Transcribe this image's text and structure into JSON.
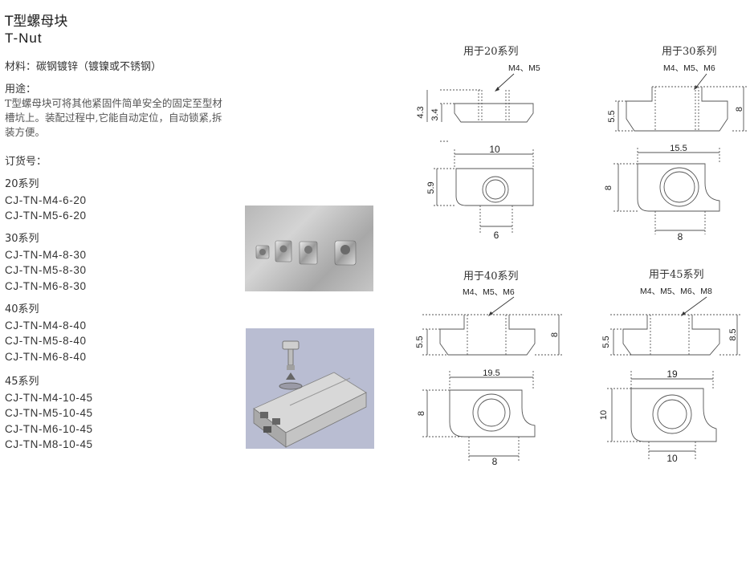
{
  "header": {
    "title_cn": "T型螺母块",
    "title_en": "T-Nut"
  },
  "material": "材料：碳钢镀锌（镀镍或不锈钢）",
  "usage": {
    "label": "用途：",
    "line1": "T型螺母块可将其他紧固件简单安全的固定至型材",
    "line2": "槽坑上。装配过程中,它能自动定位，自动锁紧,拆",
    "line3": "装方便。"
  },
  "order": {
    "label": "订货号：",
    "series": [
      {
        "name": "20系列",
        "codes": [
          "CJ-TN-M4-6-20",
          "CJ-TN-M5-6-20"
        ]
      },
      {
        "name": "30系列",
        "codes": [
          "CJ-TN-M4-8-30",
          "CJ-TN-M5-8-30",
          "CJ-TN-M6-8-30"
        ]
      },
      {
        "name": "40系列",
        "codes": [
          "CJ-TN-M4-8-40",
          "CJ-TN-M5-8-40",
          "CJ-TN-M6-8-40"
        ]
      },
      {
        "name": "45系列",
        "codes": [
          "CJ-TN-M4-10-45",
          "CJ-TN-M5-10-45",
          "CJ-TN-M6-10-45",
          "CJ-TN-M8-10-45"
        ]
      }
    ]
  },
  "drawings": {
    "d20": {
      "caption": "用于20系列",
      "threads": "M4、M5",
      "h1": "4.3",
      "h2": "3.4",
      "top_w": "10",
      "top_h": "5.9",
      "bot_w": "6"
    },
    "d30": {
      "caption": "用于30系列",
      "threads": "M4、M5、M6",
      "h1": "5.5",
      "h2": "8",
      "top_w": "15.5",
      "top_h": "8",
      "bot_w": "8"
    },
    "d40": {
      "caption": "用于40系列",
      "threads": "M4、M5、M6",
      "h1": "5.5",
      "h2": "8",
      "top_w": "19.5",
      "top_h": "8",
      "bot_w": "8"
    },
    "d45": {
      "caption": "用于45系列",
      "threads": "M4、M5、M6、M8",
      "h1": "5.5",
      "h2": "8.5",
      "top_w": "19",
      "top_h": "10",
      "bot_w": "10"
    }
  },
  "colors": {
    "line": "#555555",
    "photo_bg": "#c0c0c0",
    "render_bg": "#b9bdd2"
  }
}
